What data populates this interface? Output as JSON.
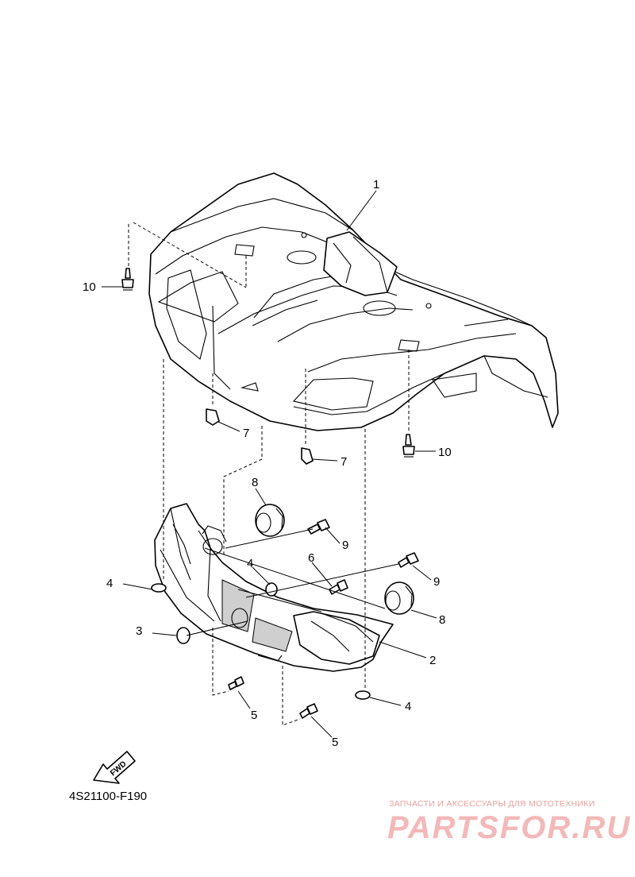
{
  "diagram_code": "4S21100-F190",
  "fwd_label": "FWD",
  "callouts": {
    "c1": "1",
    "c2": "2",
    "c3": "3",
    "c4a": "4",
    "c4b": "4",
    "c4c": "4",
    "c5a": "5",
    "c5b": "5",
    "c6": "6",
    "c7a": "7",
    "c7b": "7",
    "c8a": "8",
    "c8b": "8",
    "c9a": "9",
    "c9b": "9",
    "c10a": "10",
    "c10b": "10"
  },
  "watermark": {
    "caption": "ЗАПЧАСТИ И АКСЕССУАРЫ ДЛЯ МОТОТЕХНИКИ",
    "logo": "PARTSFOR.RU"
  }
}
